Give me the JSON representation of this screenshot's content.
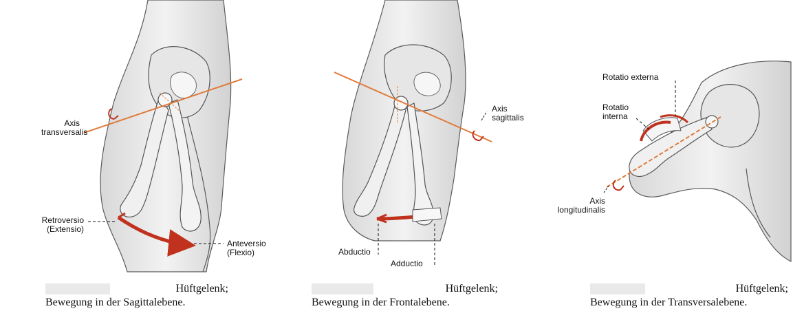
{
  "panels": [
    {
      "id": "sagittal",
      "axis_line1": "Axis",
      "axis_line2": "transversalis",
      "retro_line1": "Retroversio",
      "retro_line2": "(Extensio)",
      "ante_line1": "Anteversio",
      "ante_line2": "(Flexio)",
      "caption_line1": "Hüftgelenk;",
      "caption_line2": "Bewegung in der Sagittalebene."
    },
    {
      "id": "frontal",
      "axis_line1": "Axis",
      "axis_line2": "sagittalis",
      "abductio": "Abductio",
      "adductio": "Adductio",
      "caption_line1": "Hüftgelenk;",
      "caption_line2": "Bewegung in der Frontalebene."
    },
    {
      "id": "transversal",
      "rot_ext": "Rotatio externa",
      "rot_int_line1": "Rotatio",
      "rot_int_line2": "interna",
      "axis_line1": "Axis",
      "axis_line2": "longitudinalis",
      "caption_line1": "Hüftgelenk;",
      "caption_line2": "Bewegung in der Transversalebene."
    }
  ],
  "colors": {
    "axis": "#e07b3a",
    "arrow": "#c0321e",
    "skin": "#eeeeee",
    "outline": "#5a5a5a"
  }
}
